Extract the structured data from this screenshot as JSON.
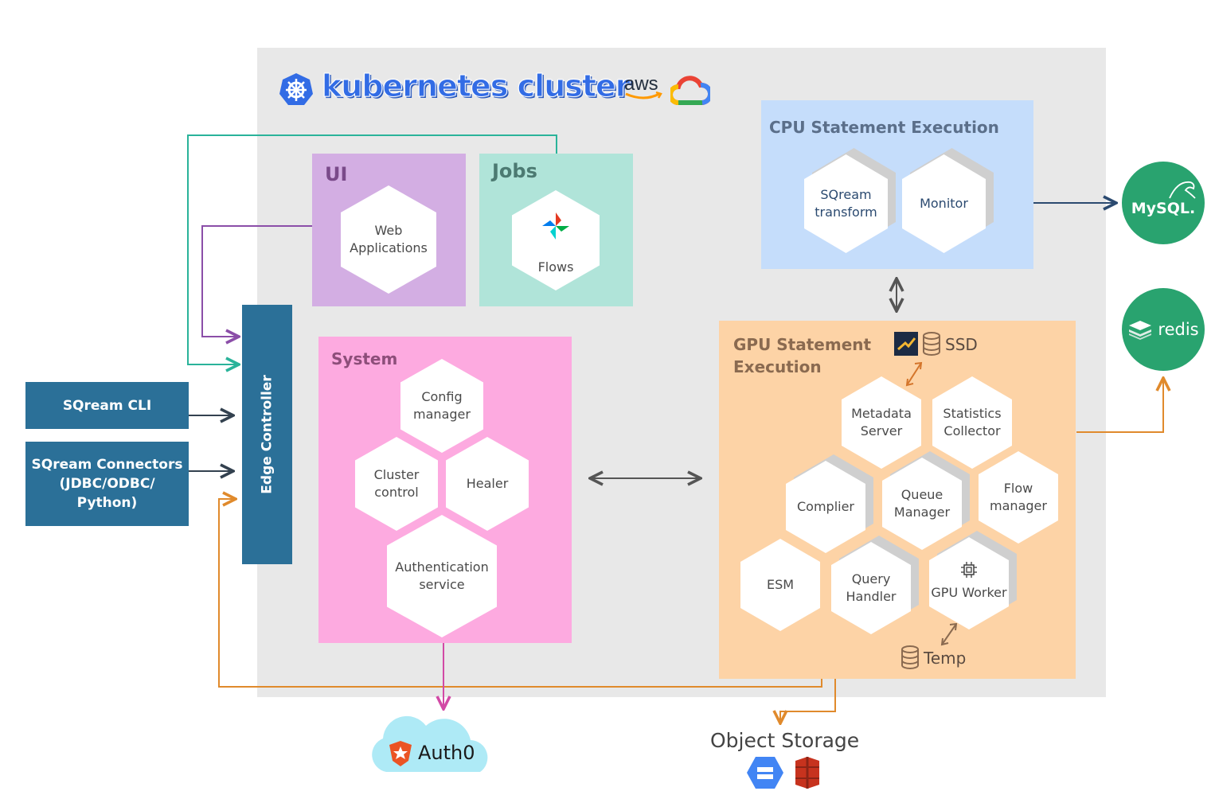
{
  "cluster": {
    "title": "kubernetes cluster",
    "aws_label": "aws"
  },
  "panels": {
    "ui": {
      "title": "UI",
      "hex": "Web\nApplications"
    },
    "jobs": {
      "title": "Jobs",
      "hex": "Flows"
    },
    "cpu": {
      "title": "CPU Statement Execution",
      "hexes": [
        "SQream\ntransform",
        "Monitor"
      ]
    },
    "system": {
      "title": "System",
      "hexes": [
        "Config\nmanager",
        "Cluster\ncontrol",
        "Healer",
        "Authentication\nservice"
      ]
    },
    "gpu": {
      "title": "GPU Statement\nExecution",
      "ssd_label": "SSD",
      "temp_label": "Temp",
      "hexes": [
        "Metadata\nServer",
        "Statistics\nCollector",
        "Complier",
        "Queue\nManager",
        "Flow\nmanager",
        "ESM",
        "Query\nHandler",
        "GPU Worker"
      ]
    }
  },
  "clients": {
    "cli": "SQream CLI",
    "connectors": "SQream Connectors\n(JDBC/ODBC/\nPython)"
  },
  "edge_controller": "Edge Controller",
  "external": {
    "mysql": "MySQL.",
    "redis": "redis",
    "auth0": "Auth0",
    "object_storage": "Object Storage"
  },
  "colors": {
    "cluster_bg": "#e8e8e8",
    "ui": "#d3aee3",
    "jobs": "#b0e4d9",
    "cpu": "#c5ddfb",
    "system": "#fdaae0",
    "gpu": "#fdd3a6",
    "client": "#2b7098",
    "db_green": "#29a36f",
    "k8s_blue": "#326ce5"
  }
}
